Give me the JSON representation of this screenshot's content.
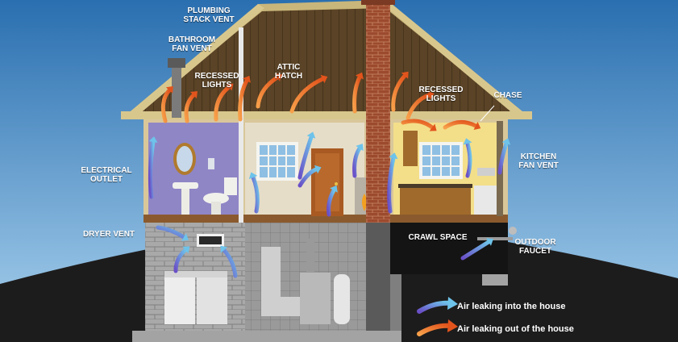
{
  "labels": {
    "plumbing_stack_vent": "PLUMBING\nSTACK VENT",
    "bathroom_fan_vent": "BATHROOM\nFAN VENT",
    "recessed_lights_left": "RECESSED\nLIGHTS",
    "attic_hatch": "ATTIC\nHATCH",
    "recessed_lights_right": "RECESSED\nLIGHTS",
    "chase": "CHASE",
    "electrical_outlet": "ELECTRICAL\nOUTLET",
    "kitchen_fan_vent": "KITCHEN\nFAN VENT",
    "dryer_vent": "DRYER VENT",
    "crawl_space": "CRAWL SPACE",
    "outdoor_faucet": "OUTDOOR\nFAUCET"
  },
  "legend": {
    "in_label": "Air leaking into the house",
    "out_label": "Air leaking out of the house"
  },
  "colors": {
    "sky_top": "#2a6fb0",
    "sky_bottom": "#a7d0ec",
    "ground": "#1d1c1c",
    "air_in": "#6a4fc7",
    "air_out": "#f07a24",
    "brick": "#9c4a2e",
    "attic": "#5a4326"
  },
  "icons": {
    "air_in": "curved-arrow-purple-blue",
    "air_out": "curved-arrow-orange"
  }
}
